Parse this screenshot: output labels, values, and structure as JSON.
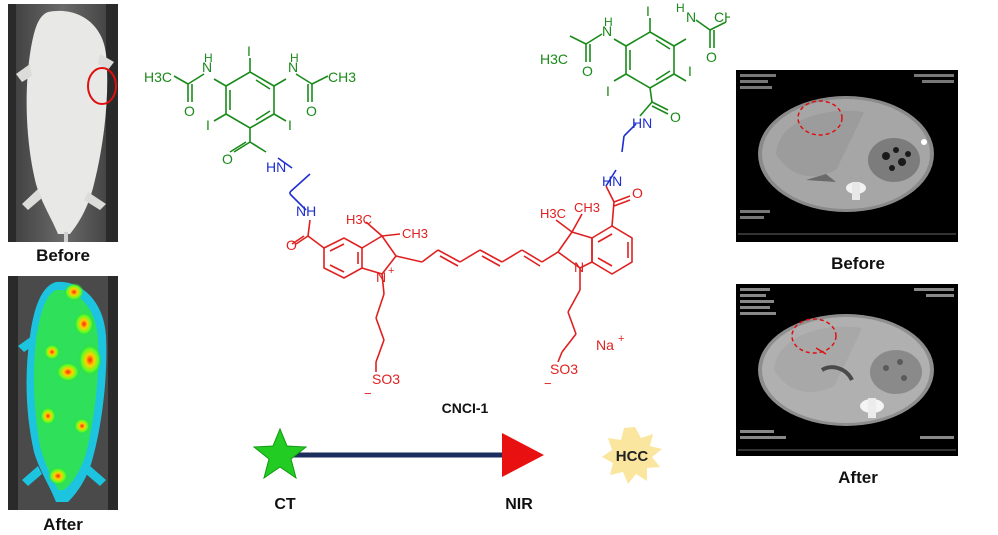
{
  "left_panel": {
    "before_label": "Before",
    "after_label": "After"
  },
  "right_panel": {
    "before_label": "Before",
    "after_label": "After"
  },
  "molecule": {
    "name": "CNCI-1",
    "counter_ion": "Na",
    "counter_ion_charge": "+",
    "groups": {
      "acetyl_ch3": "H3C",
      "acetyl_ch3_right": "CH3",
      "amide_nh": "N",
      "amide_h": "H",
      "linker_hn": "HN",
      "linker_nh": "NH",
      "carbonyl_o": "O",
      "iodine": "I",
      "indole_n": "N",
      "indole_plus": "+",
      "gem_methyl": "H3C",
      "gem_methyl_b": "CH3",
      "sulfonate": "SO3",
      "sulfonate_minus": "−"
    }
  },
  "legend": {
    "ct_label": "CT",
    "nir_label": "NIR",
    "hcc_label": "HCC"
  },
  "colors": {
    "iodo_group": "#1a8a1a",
    "linker": "#1f2fd0",
    "cyanine": "#e02020",
    "axis_line": "#1c2e5e",
    "star": "#22cc22",
    "triangle": "#e81010",
    "burst": "#fbe6a0",
    "ellipse": "#e01010"
  }
}
